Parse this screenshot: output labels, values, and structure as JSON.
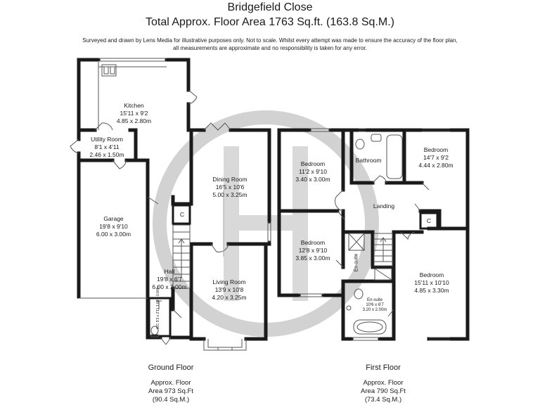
{
  "header": {
    "title": "Bridgefield Close",
    "subtitle": "Total Approx. Floor Area 1763 Sq.ft. (163.8 Sq.M.)",
    "disclaimer_line1": "Surveyed and drawn by Lens Media for illustrative purposes only. Not to scale. Whilst every attempt was made to ensure the accuracy of the floor plan,",
    "disclaimer_line2": "all measurements are approximate and no responsibility is taken for any error."
  },
  "ground_floor": {
    "title": "Ground Floor",
    "area_line1": "Approx. Floor",
    "area_line2": "Area 973 Sq.Ft",
    "area_line3": "(90.4 Sq.M.)",
    "rooms": {
      "kitchen": {
        "name": "Kitchen",
        "imperial": "15'11 x 9'2",
        "metric": "4.85 x 2.80m"
      },
      "utility": {
        "name": "Utility Room",
        "imperial": "8'1 x 4'11",
        "metric": "2.46 x 1.50m"
      },
      "garage": {
        "name": "Garage",
        "imperial": "19'8 x 9'10",
        "metric": "6.00 x 3.00m"
      },
      "dining": {
        "name": "Dining Room",
        "imperial": "16'5 x 10'6",
        "metric": "5.00 x 3.25m"
      },
      "living": {
        "name": "Living Room",
        "imperial": "13'9 x 10'8",
        "metric": "4.20 x 3.25m"
      },
      "hall": {
        "name": "Hall",
        "imperial": "19'8 x 6'7",
        "metric": "6.00 x 2.00m"
      },
      "wc": {
        "name": "WC",
        "imperial": "5'3 x 2'11",
        "metric": "1.60 x 0.90m"
      },
      "cupboard": {
        "name": "C"
      }
    }
  },
  "first_floor": {
    "title": "First Floor",
    "area_line1": "Approx. Floor",
    "area_line2": "Area 790 Sq.Ft",
    "area_line3": "(73.4 Sq.M.)",
    "rooms": {
      "bed1": {
        "name": "Bedroom",
        "imperial": "11'2 x 9'10",
        "metric": "3.40 x 3.00m"
      },
      "bathroom": {
        "name": "Bathroom"
      },
      "bed2": {
        "name": "Bedroom",
        "imperial": "14'7 x 9'2",
        "metric": "4.44 x 2.80m"
      },
      "landing": {
        "name": "Landing"
      },
      "bed3": {
        "name": "Bedroom",
        "imperial": "12'8 x 9'10",
        "metric": "3.85 x 3.00m"
      },
      "ensuite_small": {
        "name": "En-suite"
      },
      "bed4": {
        "name": "Bedroom",
        "imperial": "15'11 x 10'10",
        "metric": "4.85 x 3.30m"
      },
      "ensuite": {
        "name": "En-suite",
        "imperial": "10'6 x 6'7",
        "metric": "3.20 x 2.00m"
      },
      "cupboard": {
        "name": "C"
      }
    }
  },
  "watermark": {
    "letter": "H",
    "color": "#c8c8c8"
  },
  "colors": {
    "wall": "#1a1a1a",
    "fixture": "#555555",
    "room": "#ffffff"
  }
}
